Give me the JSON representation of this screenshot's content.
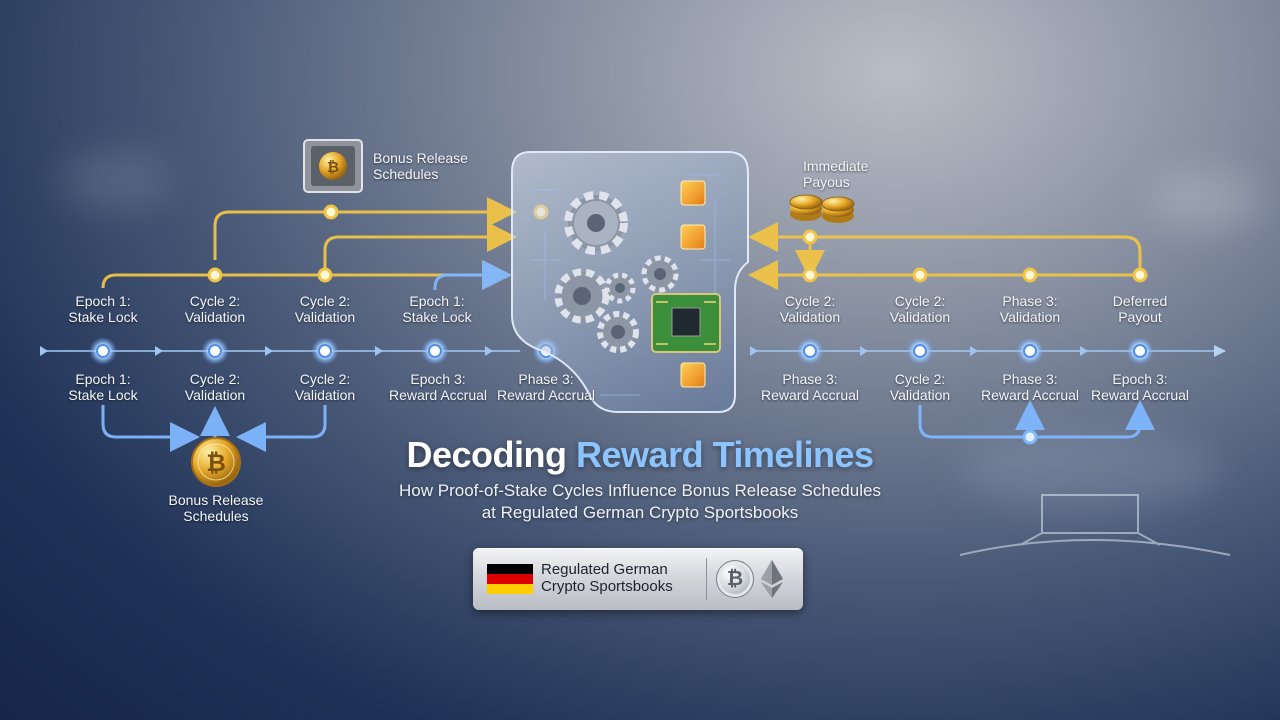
{
  "title": {
    "main": "Decoding",
    "accent": "Reward Timelines"
  },
  "subtitle": {
    "line1": "How Proof-of-Stake Cycles Influence Bonus Release Schedules",
    "line2": "at Regulated German Crypto Sportsbooks"
  },
  "top_left_label": {
    "line1": "Bonus Release",
    "line2": "Schedules"
  },
  "top_right_label": {
    "line1": "Immediate",
    "line2": "Payous"
  },
  "bottom_left_label": {
    "line1": "Bonus Release",
    "line2": "Schedules"
  },
  "upper_row": [
    {
      "line1": "Epoch 1:",
      "line2": "Stake Lock"
    },
    {
      "line1": "Cycle 2:",
      "line2": "Validation"
    },
    {
      "line1": "Cycle 2:",
      "line2": "Validation"
    },
    {
      "line1": "Epoch 1:",
      "line2": "Stake Lock"
    },
    {
      "line1": "Cycle 2:",
      "line2": "Validation"
    },
    {
      "line1": "Cycle 2:",
      "line2": "Validation"
    },
    {
      "line1": "Phase 3:",
      "line2": "Validation"
    },
    {
      "line1": "Deferred",
      "line2": "Payout"
    }
  ],
  "lower_row": [
    {
      "line1": "Epoch 1:",
      "line2": "Stake Lock"
    },
    {
      "line1": "Cycle 2:",
      "line2": "Validation"
    },
    {
      "line1": "Cycle 2:",
      "line2": "Validation"
    },
    {
      "line1": "Epoch 3:",
      "line2": "Reward Accrual"
    },
    {
      "line1": "Phase 3:",
      "line2": "Reward Accrual"
    },
    {
      "line1": "Phase 3:",
      "line2": "Reward Accrual"
    },
    {
      "line1": "Cycle 2:",
      "line2": "Validation"
    },
    {
      "line1": "Phase 3:",
      "line2": "Reward Accrual"
    },
    {
      "line1": "Epoch 3:",
      "line2": "Reward Accrual"
    }
  ],
  "badge": {
    "line1": "Regulated German",
    "line2": "Crypto Sportsbooks",
    "coin_symbol": "₿",
    "flag_colors": [
      "#000000",
      "#dd0000",
      "#ffce00"
    ]
  },
  "coin_symbol": "₿",
  "colors": {
    "gold_line": "#f0c447",
    "blue_line": "#7fb7ff",
    "node_glow": "#cfe6ff",
    "accent_title": "#8cc4ff"
  },
  "icons": [
    "vault-icon",
    "coin-stack-icon",
    "bitcoin-coin-icon",
    "gear-cluster-icon",
    "chip-icon",
    "block-cube-icon",
    "ethereum-icon",
    "german-flag-icon"
  ]
}
